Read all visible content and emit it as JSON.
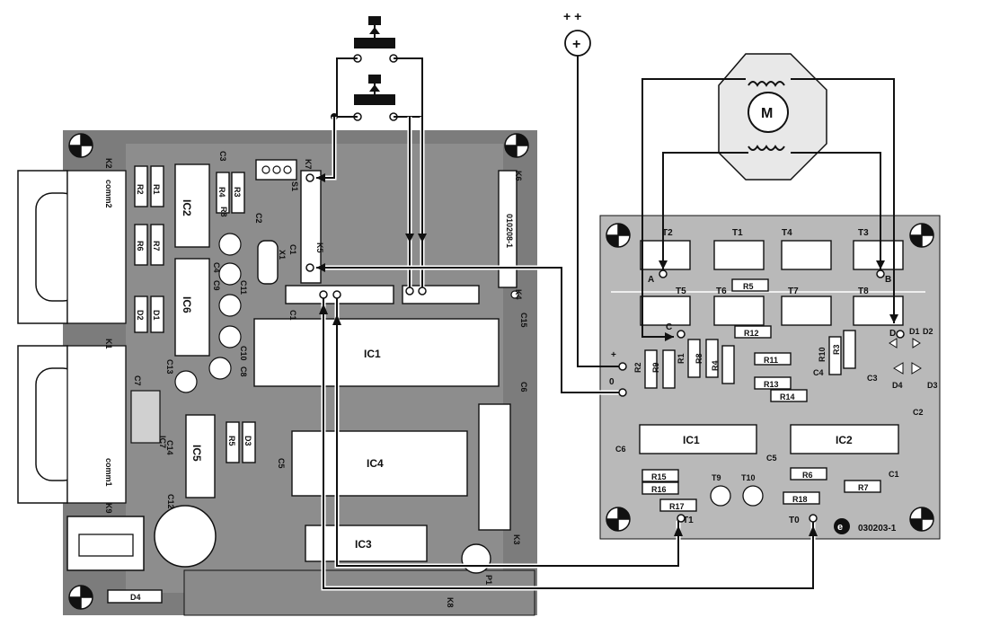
{
  "left_board": {
    "id_label": "010208-1",
    "ics": [
      "IC1",
      "IC2",
      "IC3",
      "IC4",
      "IC5",
      "IC6",
      "IC7"
    ],
    "resistors": [
      "R1",
      "R2",
      "R3",
      "R4",
      "R5",
      "R6",
      "R7",
      "R8"
    ],
    "capacitors": [
      "C1",
      "C2",
      "C3",
      "C4",
      "C5",
      "C6",
      "C7",
      "C8",
      "C9",
      "C10",
      "C11",
      "C12",
      "C13",
      "C14",
      "C15"
    ],
    "diodes": [
      "D1",
      "D2",
      "D3",
      "D4"
    ],
    "connectors": [
      "K1",
      "K2",
      "K3",
      "K4",
      "K5",
      "K6",
      "K7",
      "K8",
      "K9"
    ],
    "misc": [
      "X1",
      "S1",
      "P1"
    ],
    "port_labels": [
      "comm2",
      "comm1"
    ]
  },
  "right_board": {
    "id_label": "030203-1",
    "logo": "e",
    "transistors_top": [
      "T2",
      "T1",
      "T4",
      "T3"
    ],
    "transistors_mid": [
      "T5",
      "T6",
      "T7",
      "T8"
    ],
    "transistors_small": [
      "T9",
      "T10"
    ],
    "resistors": [
      "R1",
      "R2",
      "R3",
      "R4",
      "R5",
      "R6",
      "R7",
      "R8",
      "R9",
      "R10",
      "R11",
      "R12",
      "R13",
      "R14",
      "R15",
      "R16",
      "R17",
      "R18"
    ],
    "capacitors": [
      "C1",
      "C2",
      "C3",
      "C4",
      "C5",
      "C6"
    ],
    "diodes": [
      "D1",
      "D2",
      "D3",
      "D4"
    ],
    "ics": [
      "IC1",
      "IC2"
    ],
    "coil_terminals": [
      "A",
      "B",
      "C",
      "D"
    ],
    "input_terminals": [
      "T1",
      "T0"
    ],
    "supply_terminals": [
      "+",
      "0"
    ]
  },
  "supply": {
    "label": "+ +",
    "symbol": "+"
  },
  "motor": {
    "label": "M"
  }
}
